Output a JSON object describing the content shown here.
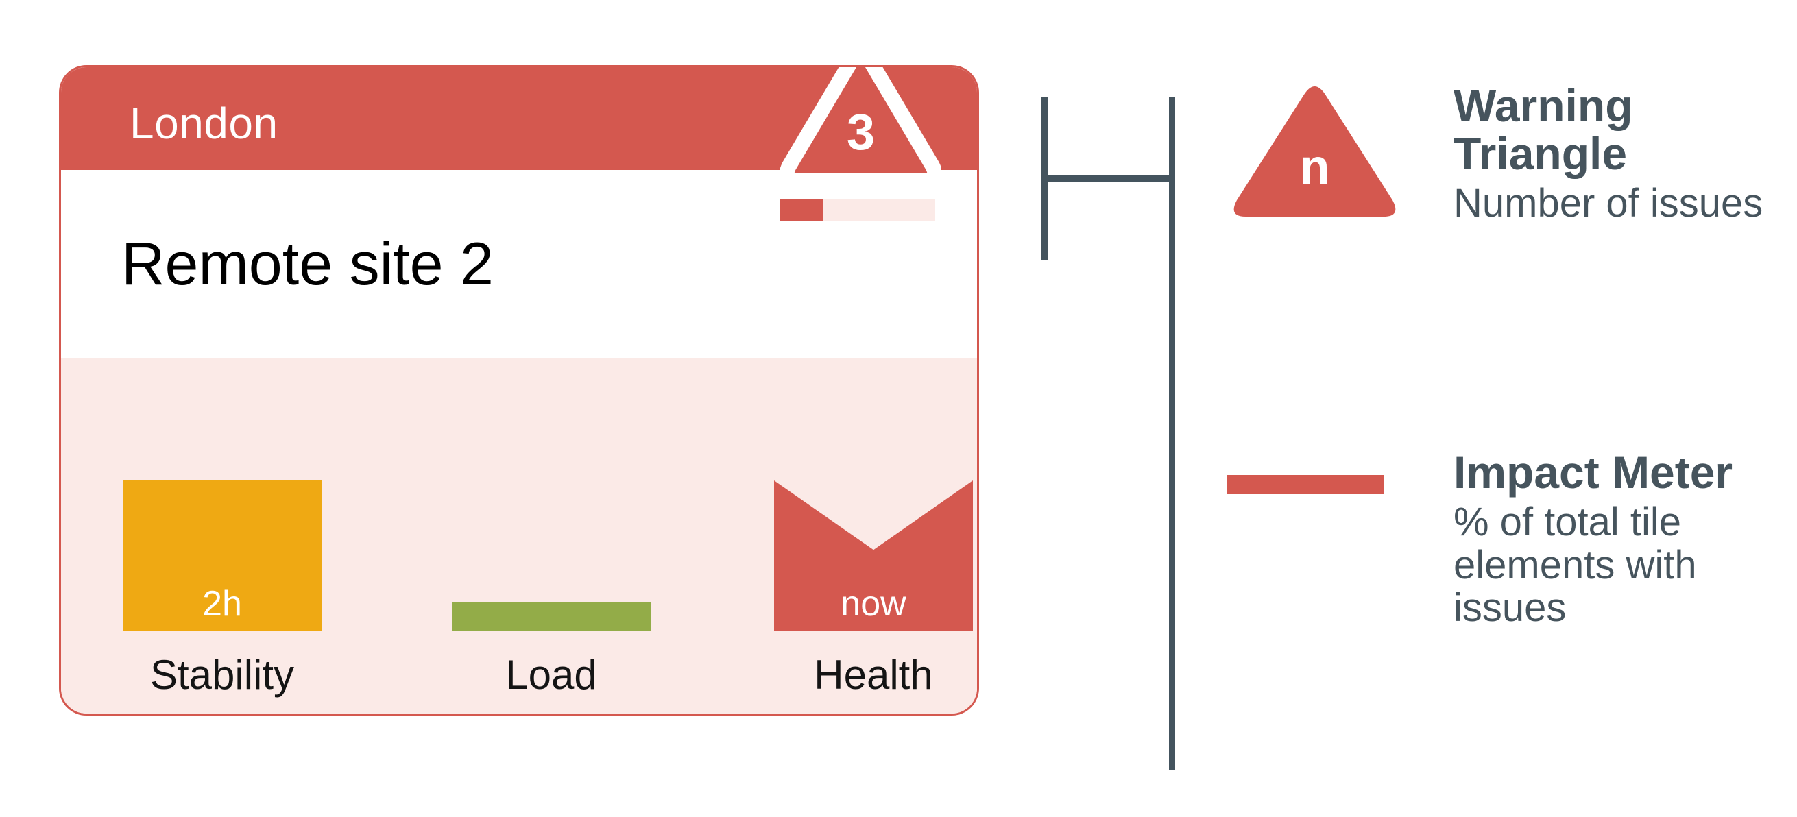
{
  "tile": {
    "header_label": "London",
    "title": "Remote site 2",
    "warning": {
      "count": "3",
      "icon": "warning-triangle-icon"
    },
    "impact_meter": {
      "fill_percent": 28
    },
    "metrics": [
      {
        "key": "stability",
        "label": "Stability",
        "value": "2h",
        "color": "#EFA913",
        "level": "warn"
      },
      {
        "key": "load",
        "label": "Load",
        "value": "",
        "color": "#93AC48",
        "level": "ok"
      },
      {
        "key": "health",
        "label": "Health",
        "value": "now",
        "color": "#D4584F",
        "level": "critical"
      }
    ]
  },
  "legend": {
    "items": [
      {
        "key": "warning-triangle",
        "swatch_letter": "n",
        "title": "Warning Triangle",
        "description": "Number of issues"
      },
      {
        "key": "impact-meter",
        "title": "Impact Meter",
        "description": "% of total tile elements with issues"
      }
    ]
  },
  "colors": {
    "brand_red": "#D4584F",
    "pale_pink": "#FBEAE7",
    "amber": "#EFA913",
    "green": "#93AC48",
    "slate": "#46545E",
    "white": "#FFFFFF",
    "black": "#000000"
  }
}
